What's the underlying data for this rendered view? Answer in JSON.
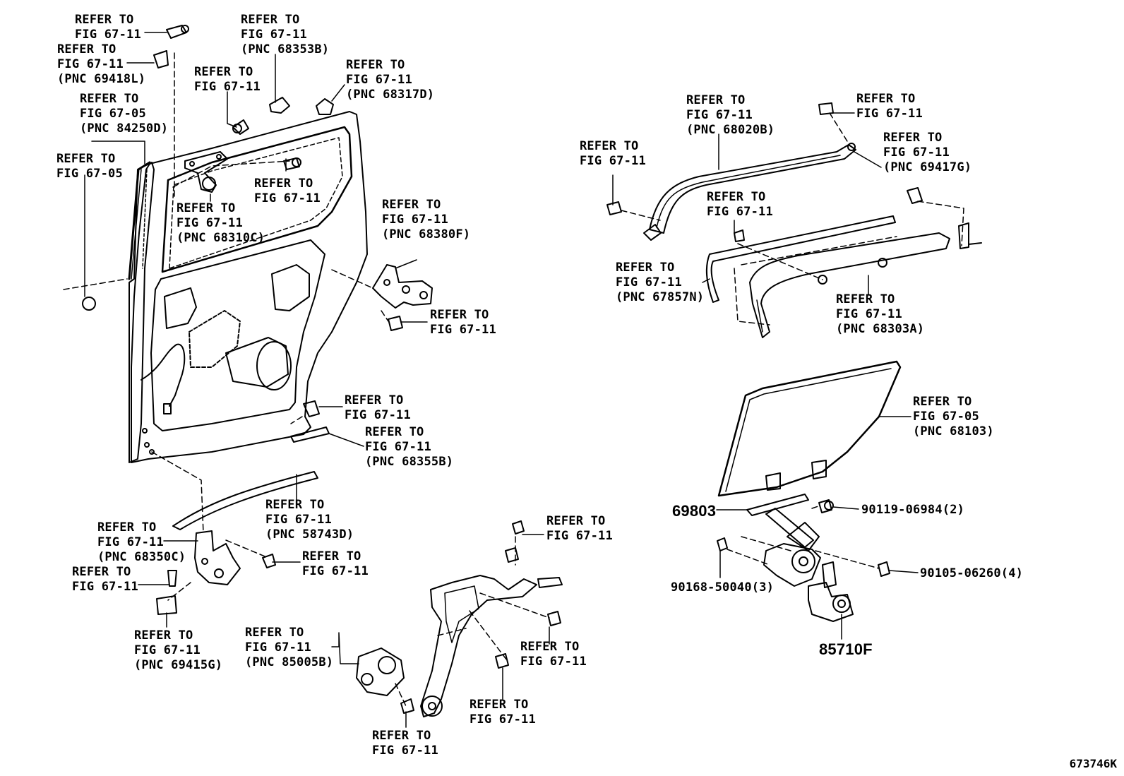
{
  "callouts": {
    "c1": [
      "REFER TO",
      "FIG 67-11"
    ],
    "c2": [
      "REFER TO",
      "FIG 67-11",
      "(PNC 69418L)"
    ],
    "c3": [
      "REFER TO",
      "FIG 67-11",
      "(PNC 68353B)"
    ],
    "c4": [
      "REFER TO",
      "FIG 67-11"
    ],
    "c5": [
      "REFER TO",
      "FIG 67-11",
      "(PNC 68317D)"
    ],
    "c6": [
      "REFER TO",
      "FIG 67-05",
      "(PNC 84250D)"
    ],
    "c7": [
      "REFER TO",
      "FIG 67-05"
    ],
    "c8": [
      "REFER TO",
      "FIG 67-11"
    ],
    "c9": [
      "REFER TO",
      "FIG 67-11",
      "(PNC 68310C)"
    ],
    "c10": [
      "REFER TO",
      "FIG 67-11",
      "(PNC 68380F)"
    ],
    "c11": [
      "REFER TO",
      "FIG 67-11"
    ],
    "c12": [
      "REFER TO",
      "FIG 67-11"
    ],
    "c13": [
      "REFER TO",
      "FIG 67-11",
      "(PNC 68355B)"
    ],
    "c14": [
      "REFER TO",
      "FIG 67-11",
      "(PNC 58743D)"
    ],
    "c15": [
      "REFER TO",
      "FIG 67-11",
      "(PNC 68350C)"
    ],
    "c16": [
      "REFER TO",
      "FIG 67-11"
    ],
    "c17": [
      "REFER TO",
      "FIG 67-11"
    ],
    "c18": [
      "REFER TO",
      "FIG 67-11",
      "(PNC 69415G)"
    ],
    "c19": [
      "REFER TO",
      "FIG 67-11",
      "(PNC 85005B)"
    ],
    "c20": [
      "REFER TO",
      "FIG 67-11"
    ],
    "c21": [
      "REFER TO",
      "FIG 67-11"
    ],
    "c22": [
      "REFER TO",
      "FIG 67-11"
    ],
    "c23": [
      "REFER TO",
      "FIG 67-11"
    ],
    "c24": [
      "REFER TO",
      "FIG 67-11",
      "(PNC 68020B)"
    ],
    "c25": [
      "REFER TO",
      "FIG 67-11"
    ],
    "c26": [
      "REFER TO",
      "FIG 67-11",
      "(PNC 69417G)"
    ],
    "c27": [
      "REFER TO",
      "FIG 67-11"
    ],
    "c28": [
      "REFER TO",
      "FIG 67-11"
    ],
    "c29": [
      "REFER TO",
      "FIG 67-11",
      "(PNC 67857N)"
    ],
    "c30": [
      "REFER TO",
      "FIG 67-11",
      "(PNC 68303A)"
    ],
    "c31": [
      "REFER TO",
      "FIG 67-05",
      "(PNC 68103)"
    ]
  },
  "parts": {
    "p69803": "69803",
    "p90119": "90119-06984(2)",
    "p90105": "90105-06260(4)",
    "p90168": "90168-50040(3)",
    "p85710": "85710F"
  },
  "drawing_id": "673746K"
}
